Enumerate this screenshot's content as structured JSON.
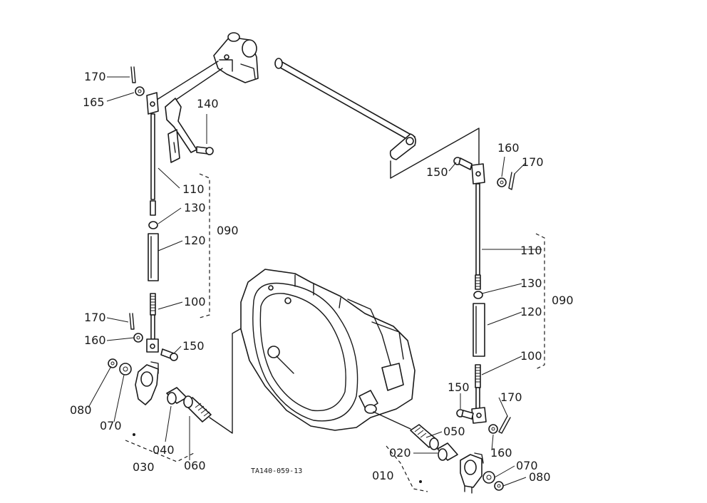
{
  "drawing_code": "TA140-059-13",
  "colors": {
    "ink": "#1a1a1a",
    "paper": "#ffffff"
  },
  "callouts": [
    "170",
    "165",
    "140",
    "110",
    "130",
    "090",
    "120",
    "100",
    "170",
    "160",
    "150",
    "080",
    "070",
    "040",
    "030",
    "060",
    "150",
    "160",
    "170",
    "110",
    "130",
    "090",
    "120",
    "100",
    "150",
    "170",
    "050",
    "020",
    "010",
    "160",
    "070",
    "080"
  ]
}
